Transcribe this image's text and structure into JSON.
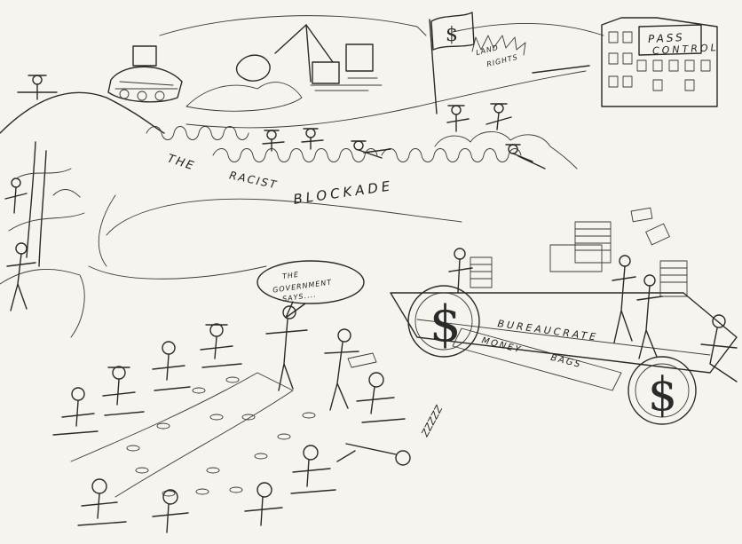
{
  "labels": {
    "the": "THE",
    "racist": "RACIST",
    "blockade": "BLOCKADE",
    "pass": "PASS",
    "control": "CONTROL",
    "land": "LAND",
    "rights": "RIGHTS",
    "government_1": "THE",
    "government_2": "GOVERNMENT",
    "government_3": "SAYS....",
    "bureaucrate": "BUREAUCRATE",
    "money": "MONEY",
    "bags": "BAGS",
    "snore": "ZZZZZ"
  },
  "symbols": {
    "dollar": "$"
  }
}
